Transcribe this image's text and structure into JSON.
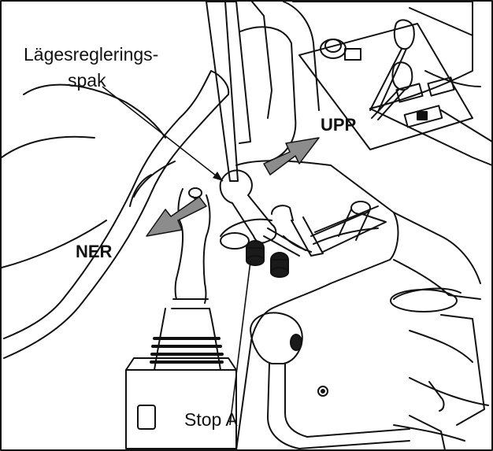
{
  "labels": {
    "lever_line1": "Lägesreglerings-",
    "lever_line2": "spak",
    "up": "UPP",
    "down": "NER",
    "stop": "Stop A"
  },
  "colors": {
    "line": "#111111",
    "arrow_fill": "#8c8c8c",
    "knob": "#1a1a1a",
    "background": "#ffffff"
  }
}
